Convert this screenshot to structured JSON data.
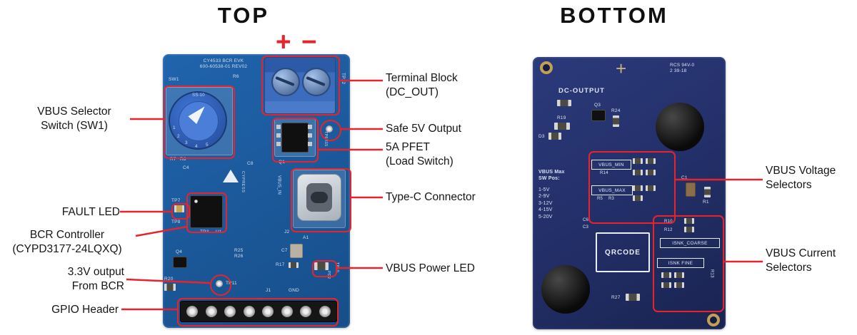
{
  "titles": {
    "top": "TOP",
    "bottom": "BOTTOM"
  },
  "colors": {
    "annotation_red": "#e8242a",
    "pcb_top": "#1b5899",
    "pcb_bottom": "#222e66"
  },
  "annotations": {
    "plus": "+",
    "minus": "−",
    "left": {
      "vbus_selector": "VBUS Selector\nSwitch (SW1)",
      "fault_led": "FAULT LED",
      "bcr": "BCR Controller\n(CYPD3177-24LQXQ)",
      "v33": "3.3V output\nFrom BCR",
      "gpio": "GPIO Header"
    },
    "right": {
      "terminal": "Terminal Block\n(DC_OUT)",
      "safe5v": "Safe 5V Output",
      "pfet": "5A PFET\n(Load Switch)",
      "typec": "Type-C Connector",
      "vbus_led": "VBUS Power LED"
    },
    "bottom_view": {
      "voltage": "VBUS Voltage\nSelectors",
      "current": "VBUS Current\nSelectors"
    }
  },
  "top_board": {
    "silk": {
      "title1": "CY4533 BCR EVK",
      "title2": "600-60538-01 REV02",
      "sw1": "SW1",
      "r6": "R6",
      "tp12": "TP12",
      "ss10": "SS-10",
      "d1": "1",
      "d2": "2",
      "d3": "3",
      "d4": "4",
      "d5": "5",
      "r7": "R7",
      "r8": "R8",
      "c4": "C4",
      "c8": "C8",
      "q1": "Q1",
      "vbus_in": "VBUS_IN",
      "tp6r15": "TP6R15",
      "cypress": "CYPRESS",
      "tp7": "TP7",
      "tp8": "TP8",
      "tp3": "TP3",
      "u1": "U1",
      "q4": "Q4",
      "r25": "R25",
      "r26": "R26",
      "c7": "C7",
      "r17": "R17",
      "r20": "R20",
      "tp11": "TP11",
      "j1": "J1",
      "gnd": "GND",
      "j2": "J2",
      "a1": "A1",
      "pd2": "PD2",
      "tp10": "TP10"
    }
  },
  "bottom_board": {
    "silk": {
      "rcs": "RCS 94V-0\n2 39-18",
      "plus": "+",
      "dc_output": "DC-OUTPUT",
      "r19": "R19",
      "q3": "Q3",
      "r24": "R24",
      "d3": "D3",
      "vbus_max_hdr": "VBUS Max\nSW Pos:",
      "positions": "1-5V\n2-9V\n3-12V\n4-15V\n5-20V",
      "vbus_min": "VBUS_MIN",
      "r14": "R14",
      "vbus_max": "VBUS_MAX",
      "r5": "R5",
      "r3": "R3",
      "c1": "C1",
      "r1": "R1",
      "c6": "C6",
      "c3": "C3",
      "qrcode": "QRCODE",
      "r10": "R10",
      "r12": "R12",
      "isnk_coarse": "ISNK_COARSE",
      "isnk_fine": "ISNK FINE",
      "r13": "R13",
      "r27": "R27"
    }
  }
}
